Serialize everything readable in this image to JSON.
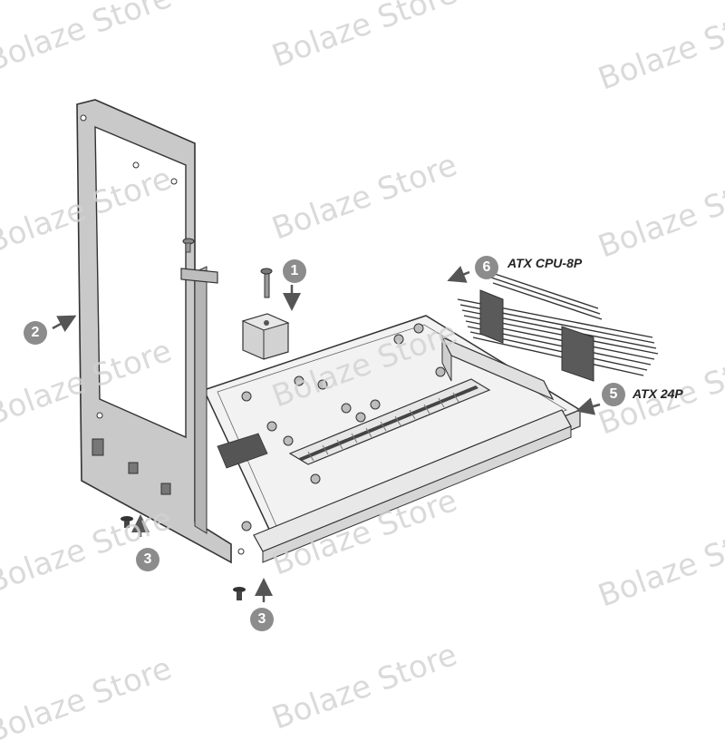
{
  "watermark": "Bolaze Store",
  "callouts": {
    "c1": "1",
    "c2": "2",
    "c3a": "3",
    "c3b": "3",
    "c5": "5",
    "c6": "6"
  },
  "labels": {
    "atx_cpu": "ATX CPU-8P",
    "atx_24p": "ATX 24P"
  },
  "colors": {
    "outline": "#333333",
    "bracket_fill": "#c9c9c9",
    "board_fill": "#f2f2f2",
    "callout_fill": "#8c8c8c"
  }
}
